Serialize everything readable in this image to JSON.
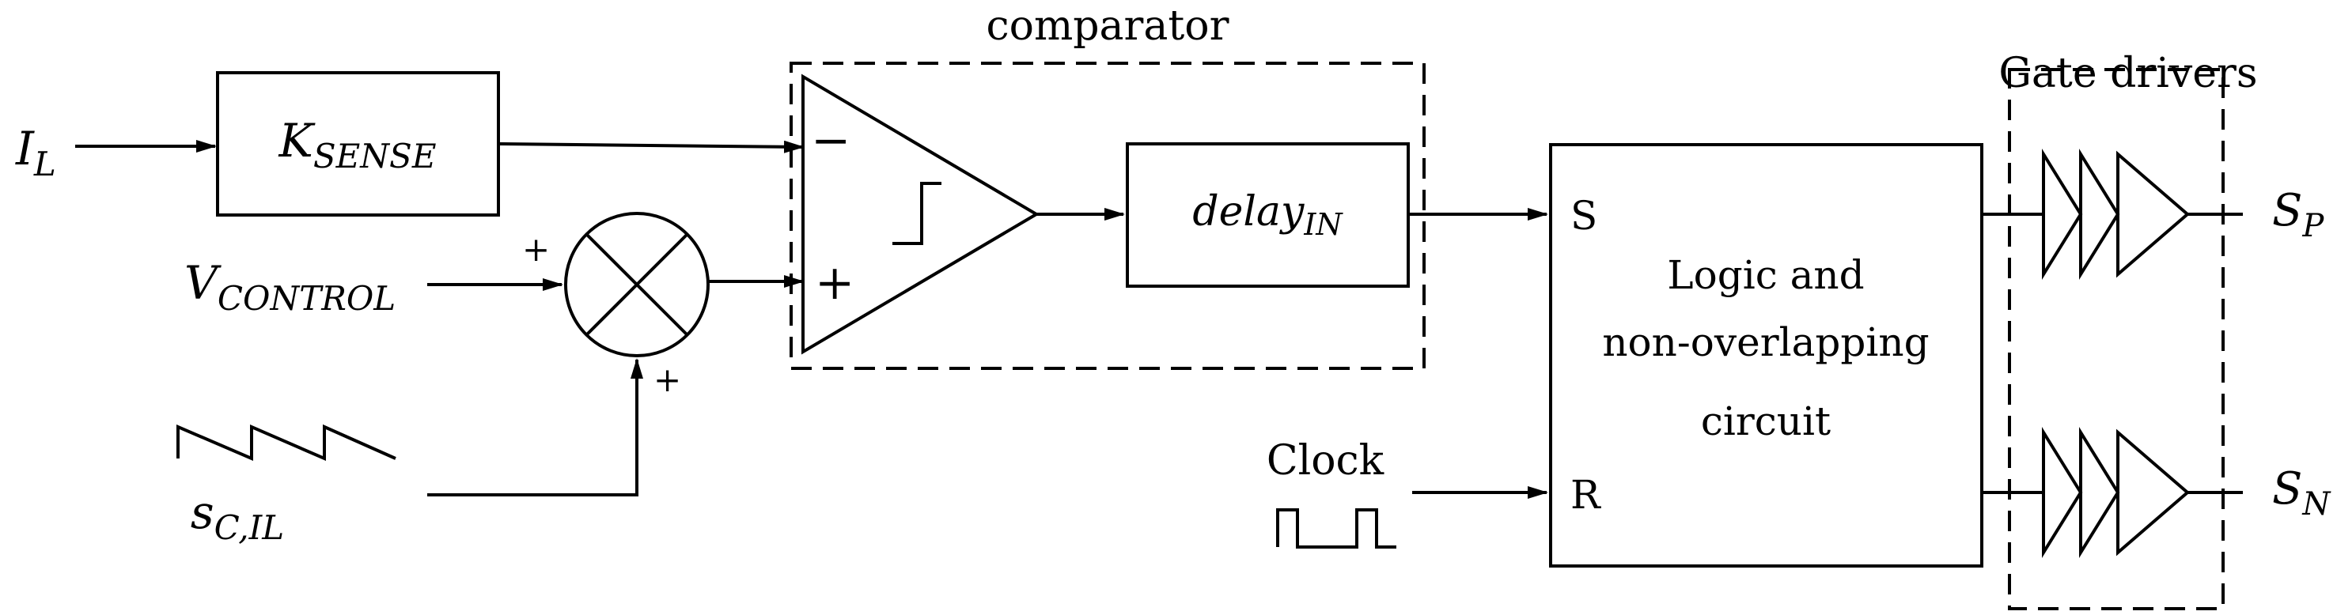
{
  "inputs": {
    "current": {
      "main": "I",
      "sub": "L"
    },
    "control": {
      "main": "V",
      "sub": "CONTROL"
    },
    "ramp": {
      "main": "s",
      "sub": "C,IL"
    },
    "clock": "Clock"
  },
  "blocks": {
    "ksense": {
      "main": "K",
      "sub": "SENSE"
    },
    "comparator_title": "comparator",
    "comp_minus": "−",
    "comp_plus": "+",
    "delay": {
      "main": "delay",
      "sub": "IN"
    },
    "logic": {
      "line1": "Logic and",
      "line2": "non-overlapping",
      "line3": "circuit",
      "set": "S",
      "reset": "R"
    },
    "gate_drivers_title": "Gate drivers"
  },
  "summer": {
    "plus_top": "+",
    "plus_bottom": "+"
  },
  "outputs": {
    "sp": {
      "main": "S",
      "sub": "P"
    },
    "sn": {
      "main": "S",
      "sub": "N"
    }
  }
}
